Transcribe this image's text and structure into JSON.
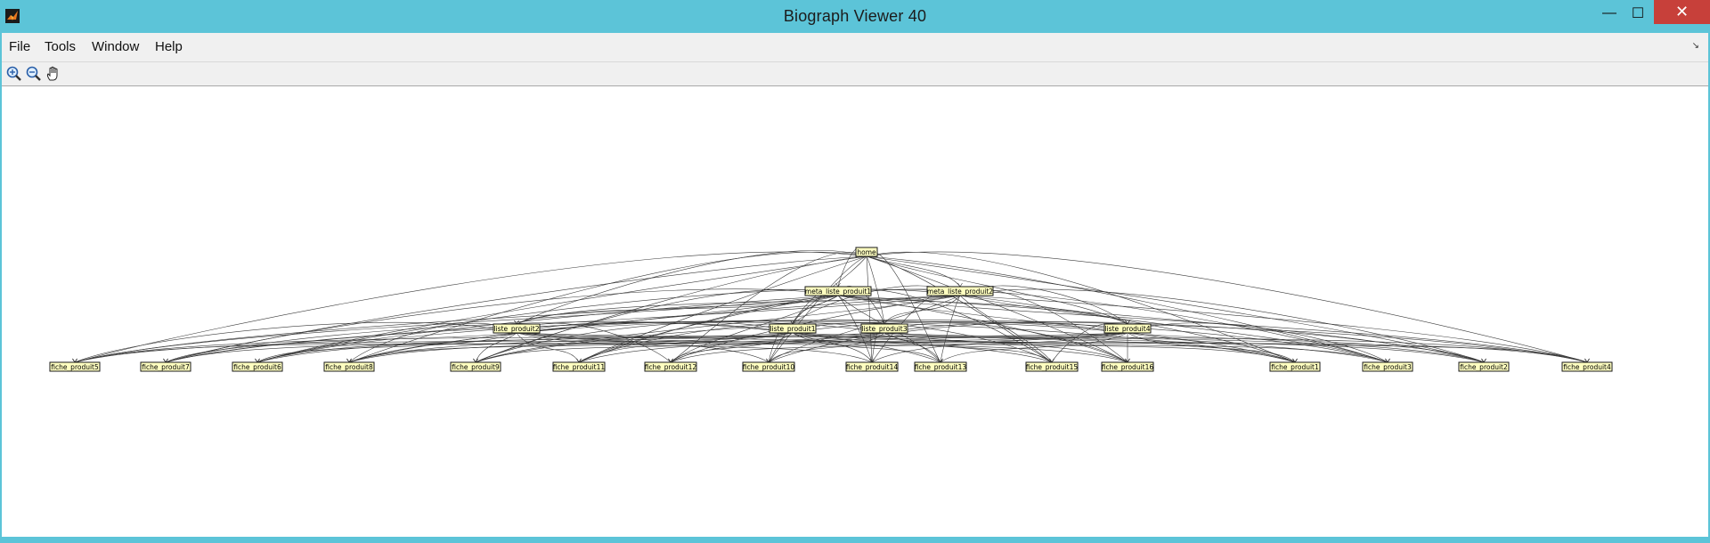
{
  "window": {
    "title": "Biograph Viewer 40",
    "minimize": "—",
    "maximize": "☐",
    "close": "✕"
  },
  "menu": {
    "items": [
      "File",
      "Tools",
      "Window",
      "Help"
    ],
    "corner_glyph": "↘"
  },
  "toolbar": {
    "tools": [
      "zoom-in-icon",
      "zoom-out-icon",
      "pan-hand-icon"
    ]
  },
  "graph": {
    "nodes": [
      {
        "id": "home",
        "label": "home"
      },
      {
        "id": "meta1",
        "label": "meta_liste_produit1"
      },
      {
        "id": "meta2",
        "label": "meta_liste_produit2"
      },
      {
        "id": "liste2",
        "label": "liste_produit2"
      },
      {
        "id": "liste1",
        "label": "liste_produit1"
      },
      {
        "id": "liste3",
        "label": "liste_produit3"
      },
      {
        "id": "liste4",
        "label": "liste_produit4"
      },
      {
        "id": "f5",
        "label": "fiche_produit5"
      },
      {
        "id": "f7",
        "label": "fiche_produit7"
      },
      {
        "id": "f6",
        "label": "fiche_produit6"
      },
      {
        "id": "f8",
        "label": "fiche_produit8"
      },
      {
        "id": "f9",
        "label": "fiche_produit9"
      },
      {
        "id": "f11",
        "label": "fiche_produit11"
      },
      {
        "id": "f12",
        "label": "fiche_produit12"
      },
      {
        "id": "f10",
        "label": "fiche_produit10"
      },
      {
        "id": "f14",
        "label": "fiche_produit14"
      },
      {
        "id": "f13",
        "label": "fiche_produit13"
      },
      {
        "id": "f15",
        "label": "fiche_produit15"
      },
      {
        "id": "f16",
        "label": "fiche_produit16"
      },
      {
        "id": "f1",
        "label": "fiche_produit1"
      },
      {
        "id": "f3",
        "label": "fiche_produit3"
      },
      {
        "id": "f2",
        "label": "fiche_produit2"
      },
      {
        "id": "f4",
        "label": "fiche_produit4"
      }
    ]
  }
}
